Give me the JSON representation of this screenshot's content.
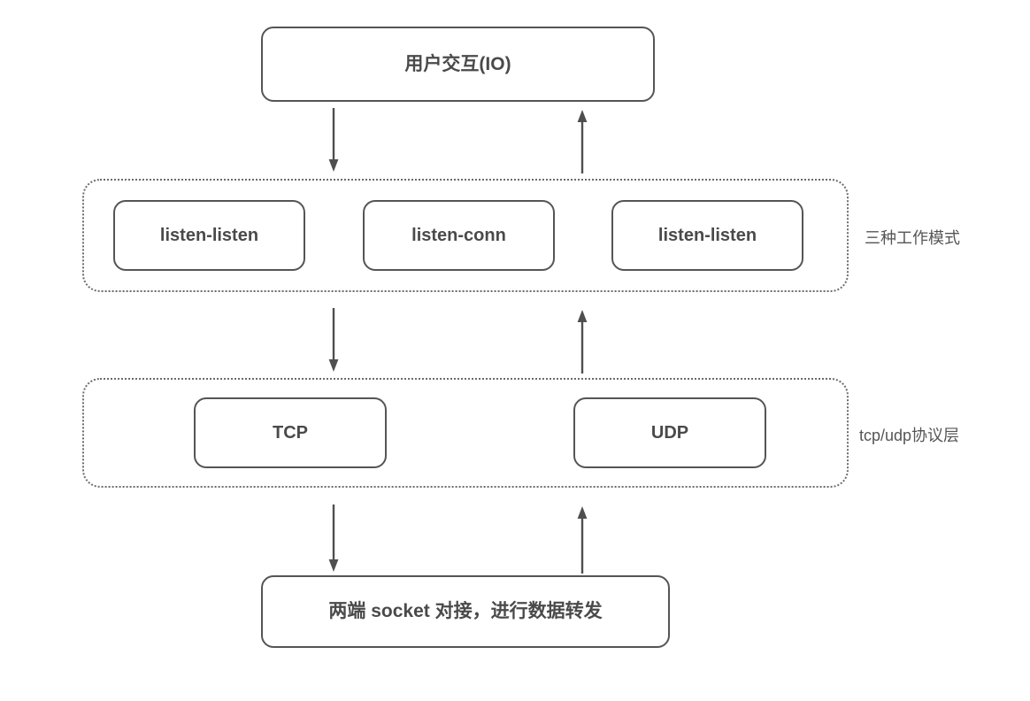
{
  "diagram": {
    "title_box": {
      "label": "用户交互(IO)"
    },
    "mode_group": {
      "side_label": "三种工作模式",
      "boxes": [
        {
          "label": "listen-listen"
        },
        {
          "label": "listen-conn"
        },
        {
          "label": "listen-listen"
        }
      ]
    },
    "protocol_group": {
      "side_label": "tcp/udp协议层",
      "boxes": [
        {
          "label": "TCP"
        },
        {
          "label": "UDP"
        }
      ]
    },
    "socket_box": {
      "label": "两端 socket 对接，进行数据转发"
    },
    "arrows": [
      {
        "name": "io-to-modes-down",
        "direction": "down"
      },
      {
        "name": "modes-to-io-up",
        "direction": "up"
      },
      {
        "name": "modes-to-protocol-down",
        "direction": "down"
      },
      {
        "name": "protocol-to-modes-up",
        "direction": "up"
      },
      {
        "name": "protocol-to-socket-down",
        "direction": "down"
      },
      {
        "name": "socket-to-protocol-up",
        "direction": "up"
      }
    ],
    "colors": {
      "box_border": "#555555",
      "group_border": "#6b6b6b",
      "text": "#4a4a4a",
      "label_text": "#555555",
      "arrow": "#4f4f4f",
      "background": "#ffffff"
    }
  }
}
